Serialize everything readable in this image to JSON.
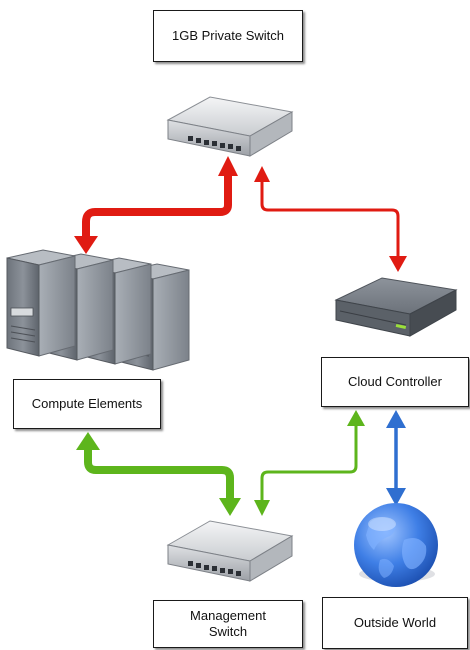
{
  "labels": {
    "private_switch": "1GB Private Switch",
    "cloud_controller": "Cloud Controller",
    "compute_elements": "Compute Elements",
    "management_switch": "Management Switch",
    "outside_world": "Outside World"
  },
  "colors": {
    "private_network": "#e01b12",
    "management_network": "#5db51c",
    "public_network": "#2f6fd0",
    "hardware": "#8a9099",
    "globe": "#3f7fe6"
  },
  "nodes": [
    {
      "id": "private-switch",
      "type": "network-switch",
      "label": "1GB Private Switch"
    },
    {
      "id": "compute-elements",
      "type": "server-rack",
      "count": 4,
      "label": "Compute Elements"
    },
    {
      "id": "cloud-controller",
      "type": "rack-server",
      "label": "Cloud Controller"
    },
    {
      "id": "management-switch",
      "type": "network-switch",
      "label": "Management Switch"
    },
    {
      "id": "outside-world",
      "type": "globe",
      "label": "Outside World"
    }
  ],
  "connections": [
    {
      "from": "private-switch",
      "to": "compute-elements",
      "network": "private",
      "style": "thick",
      "arrows": "both"
    },
    {
      "from": "private-switch",
      "to": "cloud-controller",
      "network": "private",
      "style": "thin",
      "arrows": "both"
    },
    {
      "from": "management-switch",
      "to": "compute-elements",
      "network": "management",
      "style": "thick",
      "arrows": "both"
    },
    {
      "from": "management-switch",
      "to": "cloud-controller",
      "network": "management",
      "style": "thin",
      "arrows": "both"
    },
    {
      "from": "cloud-controller",
      "to": "outside-world",
      "network": "public",
      "style": "thin",
      "arrows": "both"
    }
  ]
}
